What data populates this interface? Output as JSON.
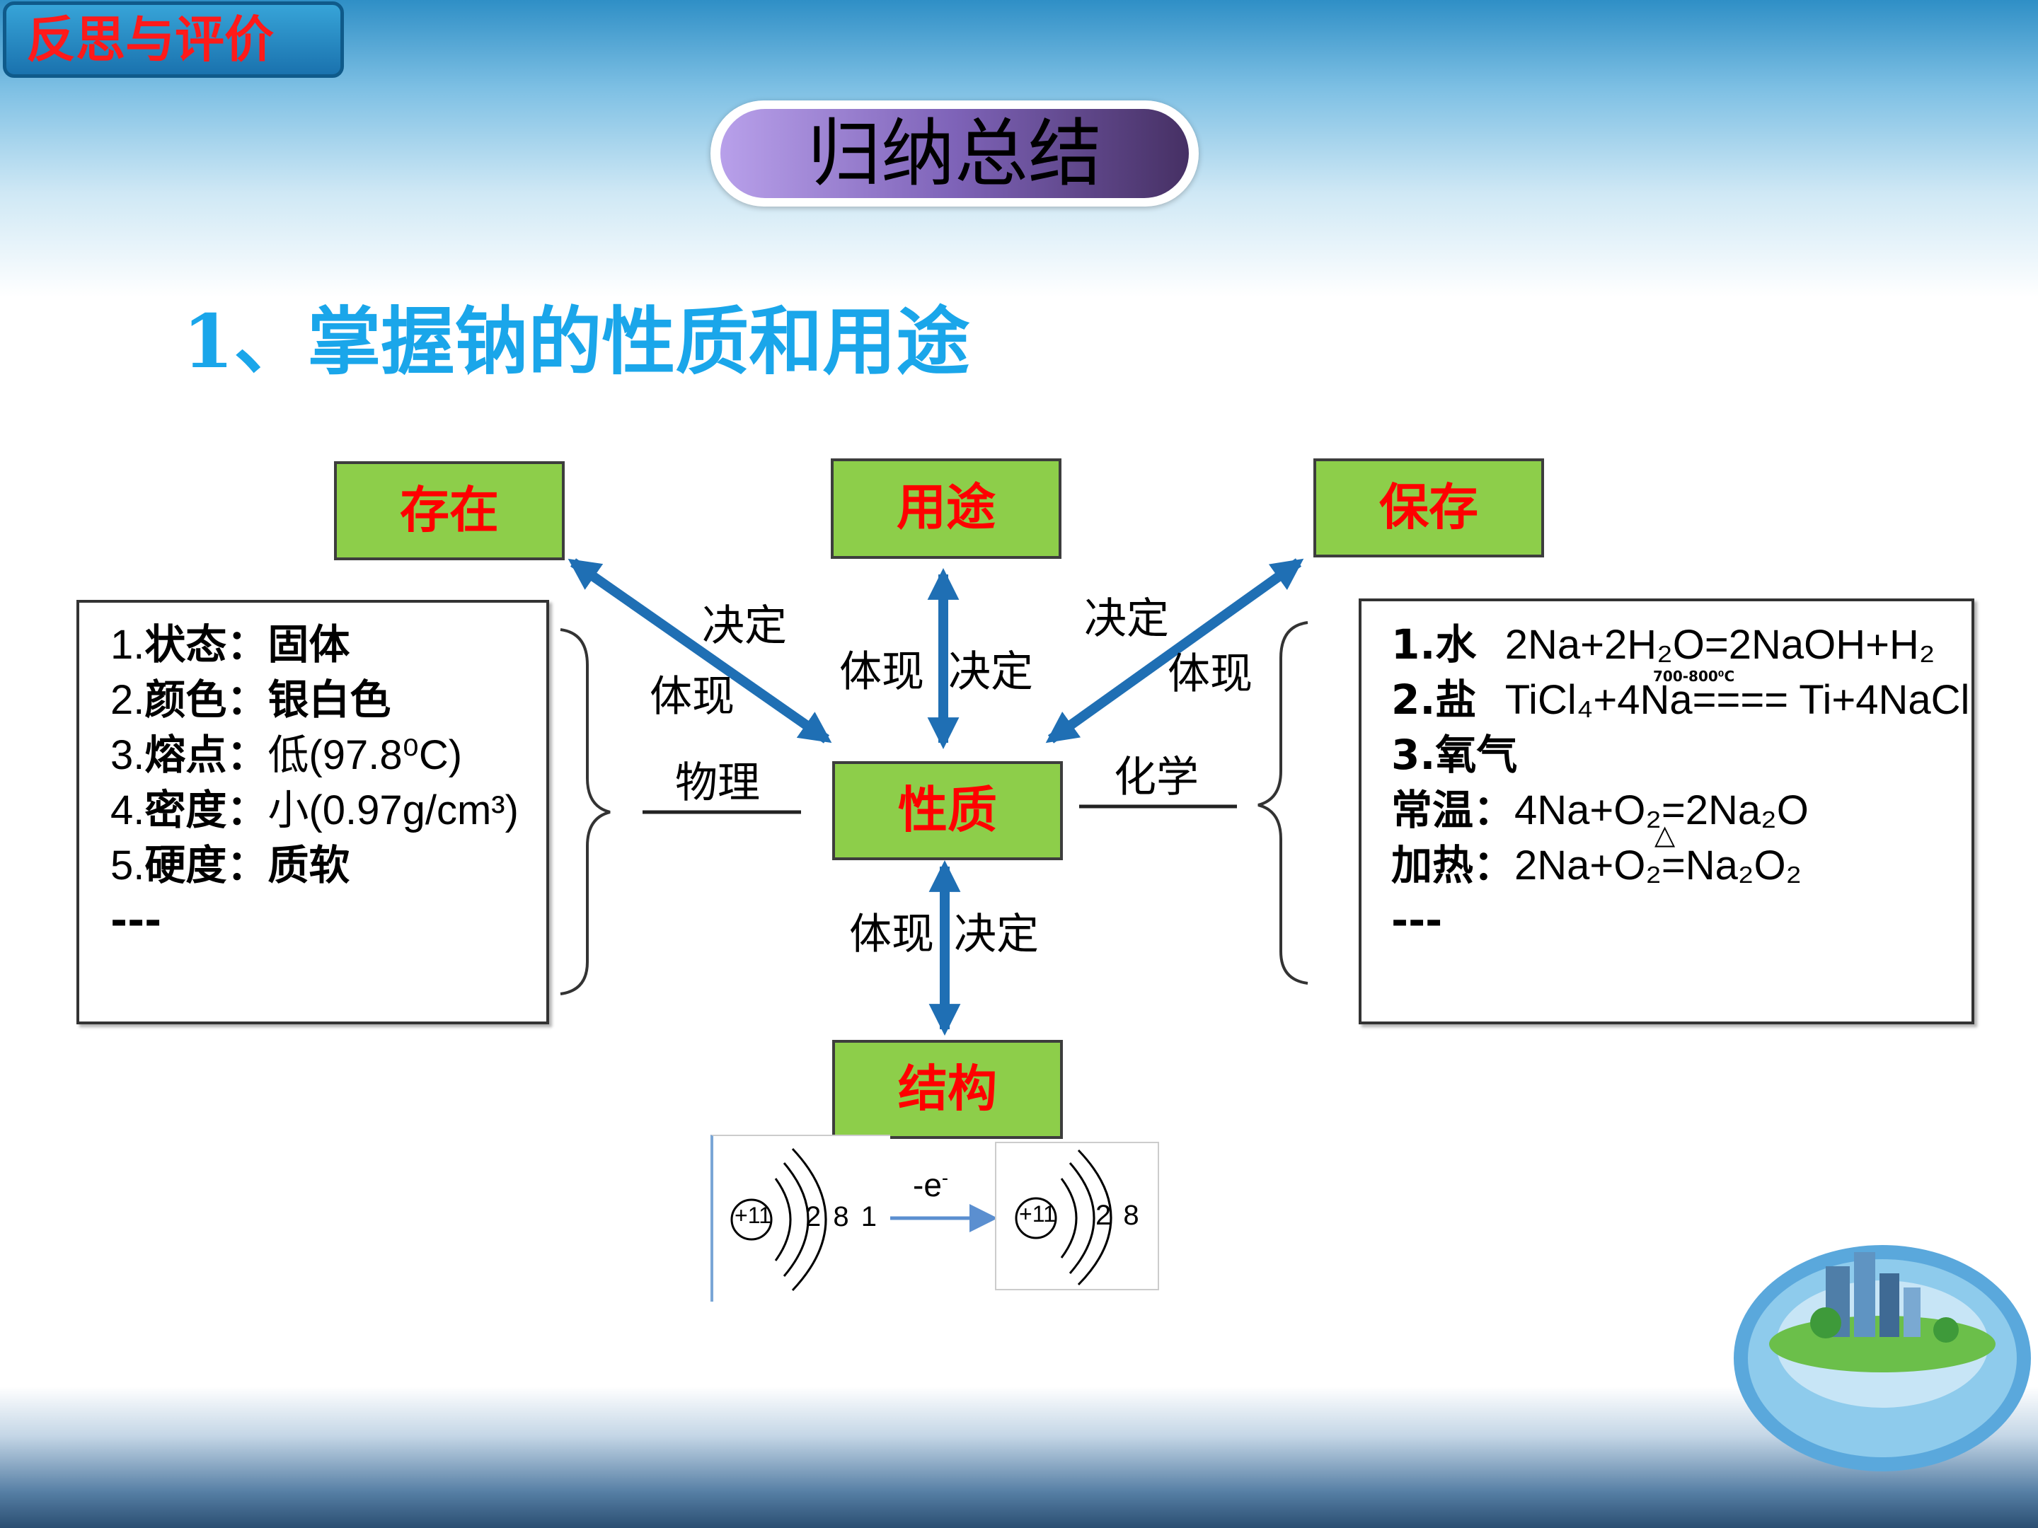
{
  "header": {
    "tag_label": "反思与评价",
    "pill_title": "归纳总结",
    "heading": "1、掌握钠的性质和用途"
  },
  "nodes": {
    "cunzai": "存在",
    "yongtu": "用途",
    "baocun": "保存",
    "xingzhi": "性质",
    "jiegou": "结构"
  },
  "relation_labels": {
    "left_decide": "决定",
    "left_reflect": "体现",
    "top_reflect": "体现",
    "top_decide": "决定",
    "right_decide": "决定",
    "right_reflect": "体现",
    "physical": "物理",
    "chemical": "化学",
    "bottom_reflect": "体现",
    "bottom_decide": "决定"
  },
  "physical_props": [
    {
      "num": "1.",
      "key": "状态：",
      "val": "固体"
    },
    {
      "num": "2.",
      "key": "颜色：",
      "val": "银白色"
    },
    {
      "num": "3.",
      "key": "熔点：",
      "val": "低(97.8⁰C)"
    },
    {
      "num": "4.",
      "key": "密度：",
      "val": "小(0.97g/cm³)"
    },
    {
      "num": "5.",
      "key": "硬度：",
      "val": "质软"
    },
    {
      "num": "",
      "key": "---",
      "val": ""
    }
  ],
  "chemical_props": {
    "water_key": "1.水",
    "water_eq": "2Na+2H₂O=2NaOH+H₂",
    "salt_key": "2.盐",
    "salt_eq": "TiCl₄+4Na==== Ti+4NaCl",
    "salt_condition": "700-800⁰C",
    "oxygen_key": "3.氧气",
    "room_key": "常温：",
    "room_eq": "4Na+O₂=2Na₂O",
    "heat_key": "加热：",
    "heat_eq": "2Na+O₂=Na₂O₂",
    "heat_symbol": "△",
    "etc": "---"
  },
  "structure": {
    "nucleus_left": "+11",
    "shells_left": "2 8 1",
    "transition": "-e",
    "transition_sup": "-",
    "nucleus_right": "+11",
    "shells_right": "2 8"
  },
  "colors": {
    "node_fill": "#8dce4a",
    "node_text": "#ff0000",
    "arrow": "#1f6fb4",
    "heading": "#1aa6ea"
  }
}
